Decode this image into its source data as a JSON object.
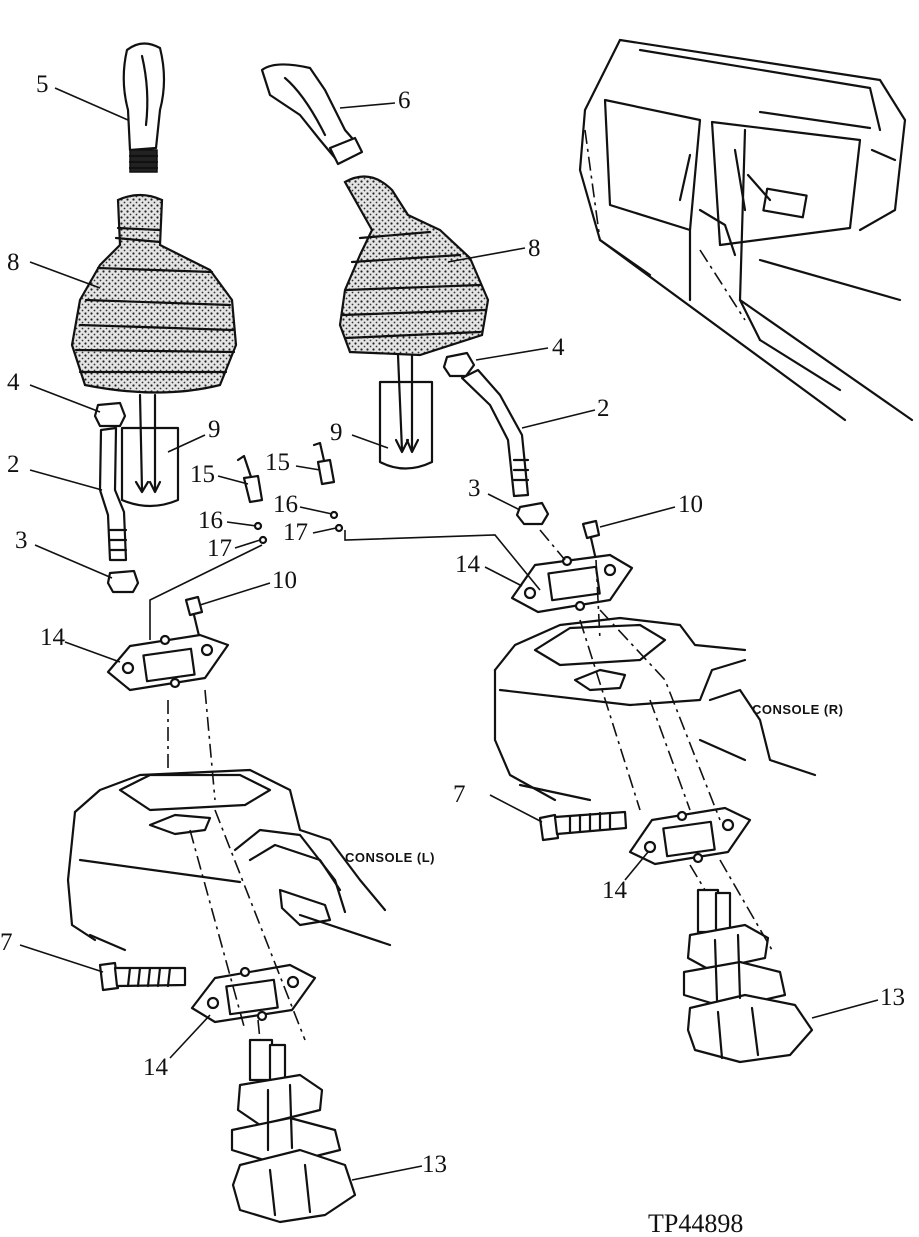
{
  "callouts": {
    "c5": "5",
    "c6": "6",
    "c8l": "8",
    "c8r": "8",
    "c4l": "4",
    "c4r": "4",
    "c9l": "9",
    "c9r": "9",
    "c2l": "2",
    "c2r": "2",
    "c15l": "15",
    "c15r": "15",
    "c16l": "16",
    "c16r": "16",
    "c17l": "17",
    "c17r": "17",
    "c3l": "3",
    "c3r": "3",
    "c10l": "10",
    "c10r": "10",
    "c14a": "14",
    "c14b": "14",
    "c14c": "14",
    "c14d": "14",
    "c7l": "7",
    "c7r": "7",
    "c13l": "13",
    "c13r": "13"
  },
  "labels": {
    "console_left": "CONSOLE (L)",
    "console_right": "CONSOLE (R)"
  },
  "figure_id": "TP44898"
}
